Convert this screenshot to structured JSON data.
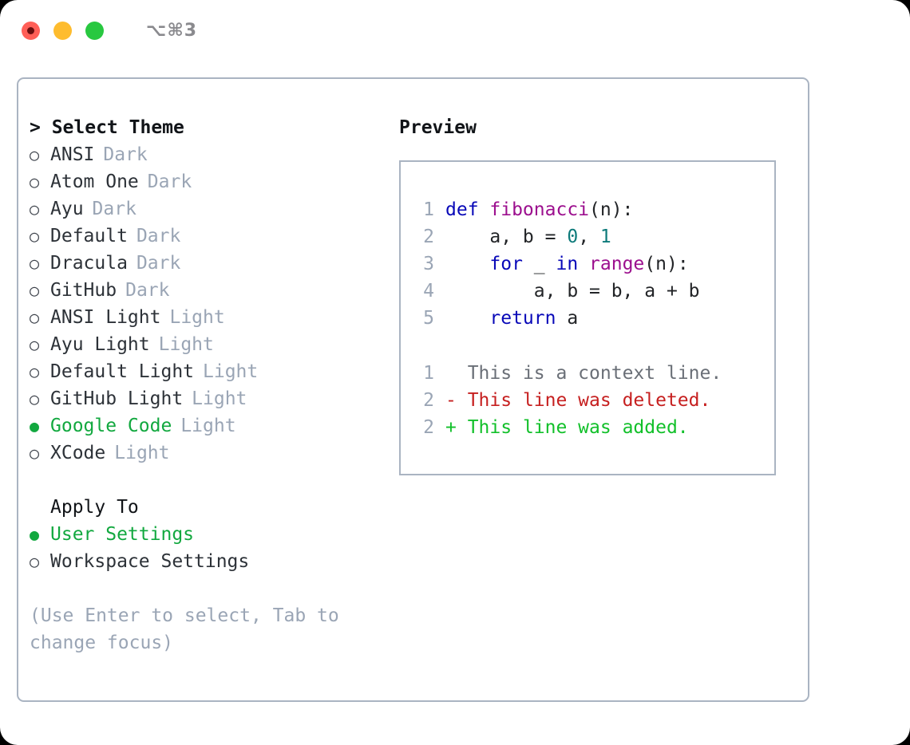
{
  "titlebar": {
    "shortcut": "⌥⌘3",
    "lights": [
      {
        "name": "close-button",
        "color": "#ff5f57"
      },
      {
        "name": "minimize-button",
        "color": "#febc2e"
      },
      {
        "name": "maximize-button",
        "color": "#28c840"
      }
    ]
  },
  "theme_panel": {
    "heading": "> Select Theme",
    "options": [
      {
        "marker": "○",
        "selected": false,
        "label": "ANSI",
        "variant": "Dark"
      },
      {
        "marker": "○",
        "selected": false,
        "label": "Atom One",
        "variant": "Dark"
      },
      {
        "marker": "○",
        "selected": false,
        "label": "Ayu",
        "variant": "Dark"
      },
      {
        "marker": "○",
        "selected": false,
        "label": "Default",
        "variant": "Dark"
      },
      {
        "marker": "○",
        "selected": false,
        "label": "Dracula",
        "variant": "Dark"
      },
      {
        "marker": "○",
        "selected": false,
        "label": "GitHub",
        "variant": "Dark"
      },
      {
        "marker": "○",
        "selected": false,
        "label": "ANSI Light",
        "variant": "Light"
      },
      {
        "marker": "○",
        "selected": false,
        "label": "Ayu Light",
        "variant": "Light"
      },
      {
        "marker": "○",
        "selected": false,
        "label": "Default Light",
        "variant": "Light"
      },
      {
        "marker": "○",
        "selected": false,
        "label": "GitHub Light",
        "variant": "Light"
      },
      {
        "marker": "●",
        "selected": true,
        "label": "Google Code",
        "variant": "Light"
      },
      {
        "marker": "○",
        "selected": false,
        "label": "XCode",
        "variant": "Light"
      }
    ]
  },
  "apply_to": {
    "title": "Apply To",
    "options": [
      {
        "marker": "●",
        "selected": true,
        "label": "User Settings"
      },
      {
        "marker": "○",
        "selected": false,
        "label": "Workspace Settings"
      }
    ]
  },
  "hint": "(Use Enter to select, Tab to change focus)",
  "preview": {
    "title": "Preview",
    "code_lines": [
      {
        "num": "1",
        "tokens": [
          {
            "t": "def ",
            "c": "kw"
          },
          {
            "t": "fibonacci",
            "c": "fn"
          },
          {
            "t": "(n):",
            "c": "pl"
          }
        ]
      },
      {
        "num": "2",
        "tokens": [
          {
            "t": "    a, b = ",
            "c": "pl"
          },
          {
            "t": "0",
            "c": "num"
          },
          {
            "t": ", ",
            "c": "pl"
          },
          {
            "t": "1",
            "c": "num"
          }
        ]
      },
      {
        "num": "3",
        "tokens": [
          {
            "t": "    ",
            "c": "pl"
          },
          {
            "t": "for",
            "c": "kw"
          },
          {
            "t": " _ ",
            "c": "pl"
          },
          {
            "t": "in",
            "c": "kw"
          },
          {
            "t": " ",
            "c": "pl"
          },
          {
            "t": "range",
            "c": "fn"
          },
          {
            "t": "(n):",
            "c": "pl"
          }
        ]
      },
      {
        "num": "4",
        "tokens": [
          {
            "t": "        a, b = b, a + b",
            "c": "pl"
          }
        ]
      },
      {
        "num": "5",
        "tokens": [
          {
            "t": "    ",
            "c": "pl"
          },
          {
            "t": "return",
            "c": "kw"
          },
          {
            "t": " a",
            "c": "pl"
          }
        ]
      }
    ],
    "diff_lines": [
      {
        "num": "1",
        "sign": "  ",
        "text": "This is a context line.",
        "kind": "ctx"
      },
      {
        "num": "2",
        "sign": "- ",
        "text": "This line was deleted.",
        "kind": "del"
      },
      {
        "num": "2",
        "sign": "+ ",
        "text": "This line was added.",
        "kind": "add"
      }
    ]
  },
  "colors": {
    "accent_green": "#12a83f",
    "muted": "#9aa5b5",
    "border": "#aab4c2",
    "keyword": "#0808b8",
    "function": "#9c0f8e",
    "number": "#0d7a7a",
    "diff_deleted": "#c62020",
    "diff_added": "#12c02a"
  }
}
